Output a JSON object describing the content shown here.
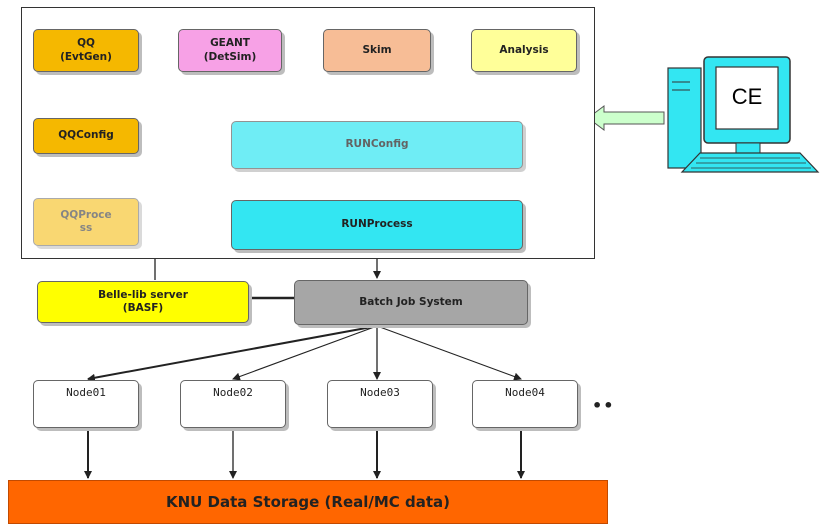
{
  "boxes": {
    "qq": "QQ\n(EvtGen)",
    "geant": "GEANT\n(DetSim)",
    "skim": "Skim",
    "analysis": "Analysis",
    "qqconfig": "QQConfig",
    "runconfig": "RUNConfig",
    "qqprocess": "QQProce\nss",
    "runprocess": "RUNProcess",
    "belle": "Belle-lib server\n(BASF)",
    "batch": "Batch Job System"
  },
  "nodes": [
    "Node01",
    "Node02",
    "Node03",
    "Node04"
  ],
  "more_nodes": "••",
  "storage": "KNU Data Storage (Real/MC data)",
  "computer": "CE",
  "colors": {
    "qq": "#f5b800",
    "geant": "#f7a1e6",
    "skim": "#f7bd96",
    "analysis": "#ffff99",
    "run": "#33e6f2",
    "belle": "#ffff00",
    "batch": "#a6a6a6",
    "storage": "#ff6600",
    "computer": "#00e6ff",
    "arrow": "#ccffcc"
  }
}
